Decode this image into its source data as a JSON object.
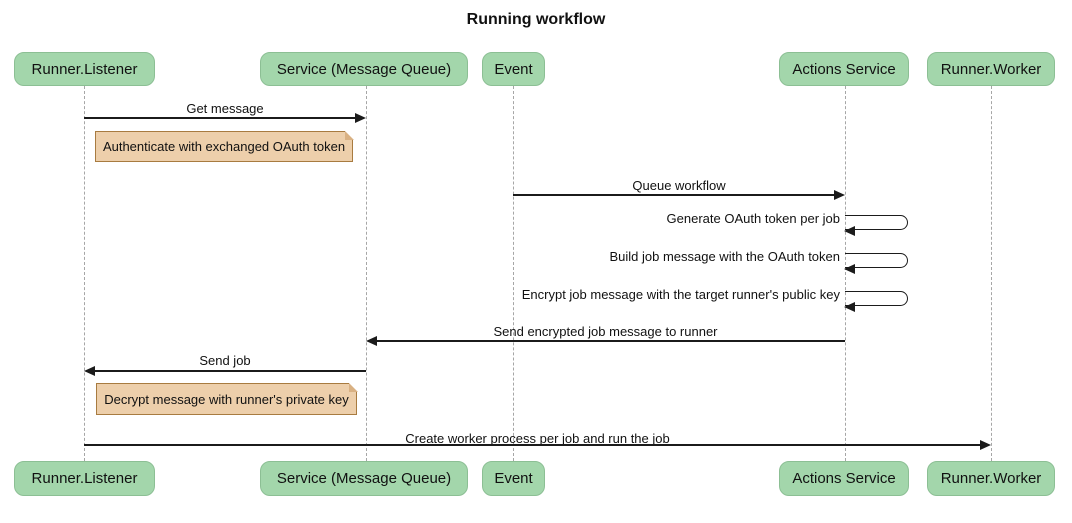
{
  "title": "Running workflow",
  "actors": [
    {
      "label": "Runner.Listener"
    },
    {
      "label": "Service (Message Queue)"
    },
    {
      "label": "Event"
    },
    {
      "label": "Actions Service"
    },
    {
      "label": "Runner.Worker"
    }
  ],
  "messages": [
    {
      "label": "Get message",
      "from": "Runner.Listener",
      "to": "Service (Message Queue)",
      "type": "solid-arrow"
    },
    {
      "label": "Queue workflow",
      "from": "Event",
      "to": "Actions Service",
      "type": "solid-arrow"
    },
    {
      "label": "Generate OAuth token per job",
      "from": "Actions Service",
      "to": "Actions Service",
      "type": "self-loop"
    },
    {
      "label": "Build job message with the OAuth token",
      "from": "Actions Service",
      "to": "Actions Service",
      "type": "self-loop"
    },
    {
      "label": "Encrypt job message with the target runner's public key",
      "from": "Actions Service",
      "to": "Actions Service",
      "type": "self-loop"
    },
    {
      "label": "Send encrypted job message to runner",
      "from": "Actions Service",
      "to": "Service (Message Queue)",
      "type": "solid-arrow"
    },
    {
      "label": "Send job",
      "from": "Service (Message Queue)",
      "to": "Runner.Listener",
      "type": "solid-arrow"
    },
    {
      "label": "Create worker process per job and run the job",
      "from": "Runner.Listener",
      "to": "Runner.Worker",
      "type": "solid-arrow"
    }
  ],
  "notes": [
    {
      "label": "Authenticate with exchanged OAuth token",
      "anchor": "Runner.Listener"
    },
    {
      "label": "Decrypt message with runner's private key",
      "anchor": "Runner.Listener"
    }
  ],
  "colors": {
    "background": "#ffffff",
    "text": "#111111",
    "actor_fill": "#a3d6ab",
    "actor_border": "#8cbf94",
    "note_fill": "#edcfab",
    "note_border": "#a87b40",
    "note_fold": "#d9b183",
    "lifeline": "#a6a6a6",
    "arrow": "#1b1b1b"
  }
}
